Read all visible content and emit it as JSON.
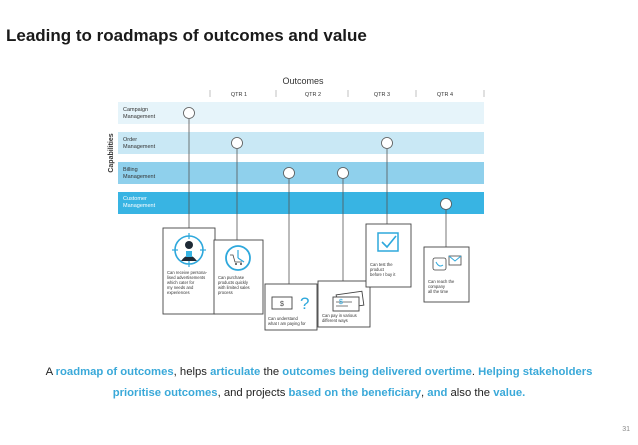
{
  "slide": {
    "title": "Leading to roadmaps of outcomes and value",
    "page_number": "31"
  },
  "diagram": {
    "header": "Outcomes",
    "axis_label": "Capabilities",
    "quarters": [
      "QTR 1",
      "QTR 2",
      "QTR 3",
      "QTR 4"
    ],
    "rows": [
      {
        "line1": "Campaign",
        "line2": "Management"
      },
      {
        "line1": "Order",
        "line2": "Management"
      },
      {
        "line1": "Billing",
        "line2": "Management"
      },
      {
        "line1": "Customer",
        "line2": "Management"
      }
    ],
    "cards": [
      {
        "lines": [
          "Can receive persona-",
          "lised advertisements",
          "which cater for",
          "my needs and",
          "experiences"
        ]
      },
      {
        "lines": [
          "Can purchase",
          "products quickly",
          "with limited sales",
          "process"
        ]
      },
      {
        "lines": [
          "Can understand",
          "what I am paying for"
        ]
      },
      {
        "lines": [
          "Can pay in various",
          "different ways"
        ]
      },
      {
        "lines": [
          "Can test the",
          "product",
          "before I buy it"
        ]
      },
      {
        "lines": [
          "Can reach the",
          "company",
          "all the time"
        ]
      }
    ],
    "colors": {
      "row1": "#e6f4fa",
      "row2": "#c9e8f5",
      "row3": "#8fd0ec",
      "row4": "#38b4e3",
      "line": "#555555",
      "accent": "#2ea8dc"
    }
  },
  "caption": {
    "s1": "A ",
    "s2": "roadmap of outcomes",
    "s3": ", helps ",
    "s4": "articulate",
    "s5": " the ",
    "s6": "outcomes being delivered overtime",
    "s7": ". ",
    "s8": "Helping stakeholders prioritise outcomes",
    "s9": ", and projects ",
    "s10": "based on the beneficiary",
    "s11": ", ",
    "s12": "and",
    "s13": " also the ",
    "s14": "value."
  }
}
